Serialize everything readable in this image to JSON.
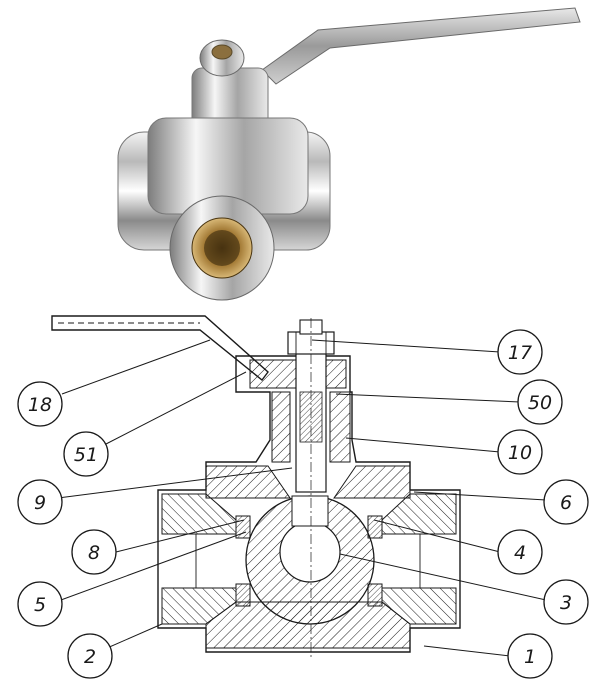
{
  "diagram": {
    "photo": {
      "label": ""
    },
    "callouts": [
      {
        "id": "17",
        "label": "17"
      },
      {
        "id": "18",
        "label": "18"
      },
      {
        "id": "50",
        "label": "50"
      },
      {
        "id": "51",
        "label": "51"
      },
      {
        "id": "10",
        "label": "10"
      },
      {
        "id": "9",
        "label": "9"
      },
      {
        "id": "6",
        "label": "6"
      },
      {
        "id": "8",
        "label": "8"
      },
      {
        "id": "4",
        "label": "4"
      },
      {
        "id": "5",
        "label": "5"
      },
      {
        "id": "3",
        "label": "3"
      },
      {
        "id": "2",
        "label": "2"
      },
      {
        "id": "1",
        "label": "1"
      }
    ]
  }
}
